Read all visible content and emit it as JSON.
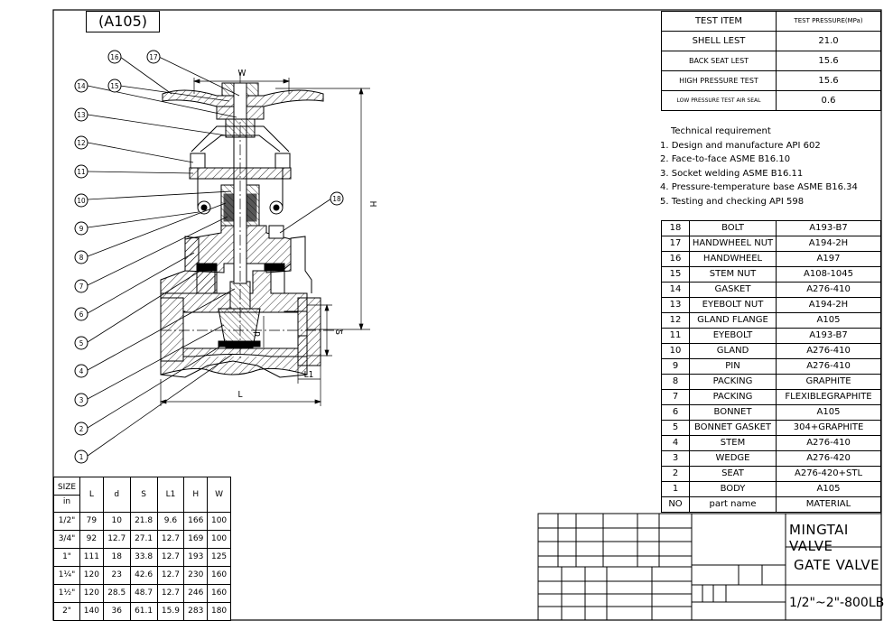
{
  "title": "(A105)",
  "test_table": {
    "header": [
      "TEST ITEM",
      "TEST PRESSURE(MPa)"
    ],
    "rows": [
      [
        "SHELL LEST",
        "21.0"
      ],
      [
        "BACK SEAT LEST",
        "15.6"
      ],
      [
        "HIGH PRESSURE TEST",
        "15.6"
      ],
      [
        "LOW PRESSURE TEST AIR SEAL",
        "0.6"
      ]
    ]
  },
  "technical": {
    "heading": "Technical requirement",
    "items": [
      "1. Design and manufacture API 602",
      "2. Face-to-face ASME B16.10",
      "3. Socket welding ASME B16.11",
      "4. Pressure-temperature base ASME B16.34",
      "5. Testing and checking API 598"
    ]
  },
  "parts": [
    [
      "18",
      "BOLT",
      "A193-B7"
    ],
    [
      "17",
      "HANDWHEEL NUT",
      "A194-2H"
    ],
    [
      "16",
      "HANDWHEEL",
      "A197"
    ],
    [
      "15",
      "STEM NUT",
      "A108-1045"
    ],
    [
      "14",
      "GASKET",
      "A276-410"
    ],
    [
      "13",
      "EYEBOLT NUT",
      "A194-2H"
    ],
    [
      "12",
      "GLAND FLANGE",
      "A105"
    ],
    [
      "11",
      "EYEBOLT",
      "A193-B7"
    ],
    [
      "10",
      "GLAND",
      "A276-410"
    ],
    [
      "9",
      "PIN",
      "A276-410"
    ],
    [
      "8",
      "PACKING",
      "GRAPHITE"
    ],
    [
      "7",
      "PACKING",
      "FLEXIBLEGRAPHITE"
    ],
    [
      "6",
      "BONNET",
      "A105"
    ],
    [
      "5",
      "BONNET GASKET",
      "304+GRAPHITE"
    ],
    [
      "4",
      "STEM",
      "A276-410"
    ],
    [
      "3",
      "WEDGE",
      "A276-420"
    ],
    [
      "2",
      "SEAT",
      "A276-420+STL"
    ],
    [
      "1",
      "BODY",
      "A105"
    ]
  ],
  "parts_header": [
    "NO",
    "part name",
    "MATERIAL"
  ],
  "size_table": {
    "header": [
      "SIZE in",
      "L",
      "d",
      "S",
      "L1",
      "H",
      "W"
    ],
    "header_size_line1": "SIZE",
    "header_size_line2": "in",
    "rows": [
      [
        "1/2\"",
        "79",
        "10",
        "21.8",
        "9.6",
        "166",
        "100"
      ],
      [
        "3/4\"",
        "92",
        "12.7",
        "27.1",
        "12.7",
        "169",
        "100"
      ],
      [
        "1\"",
        "111",
        "18",
        "33.8",
        "12.7",
        "193",
        "125"
      ],
      [
        "1¼\"",
        "120",
        "23",
        "42.6",
        "12.7",
        "230",
        "160"
      ],
      [
        "1½\"",
        "120",
        "28.5",
        "48.7",
        "12.7",
        "246",
        "160"
      ],
      [
        "2\"",
        "140",
        "36",
        "61.1",
        "15.9",
        "283",
        "180"
      ]
    ]
  },
  "title_block": {
    "brand": "MINGTAI VALVE",
    "product": "GATE VALVE",
    "spec": "1/2\"~2\"-800LB"
  },
  "dimension_labels": {
    "W": "W",
    "H": "H",
    "L": "L",
    "L1": "L1",
    "S": "S",
    "d": "d"
  },
  "balloons": [
    "1",
    "2",
    "3",
    "4",
    "5",
    "6",
    "7",
    "8",
    "9",
    "10",
    "11",
    "12",
    "13",
    "14",
    "15",
    "16",
    "17",
    "18"
  ]
}
